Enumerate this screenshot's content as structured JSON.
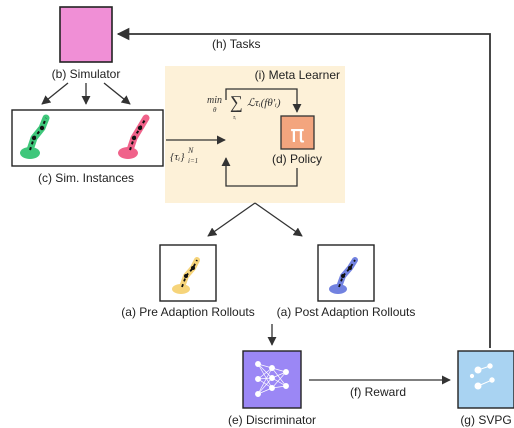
{
  "labels": {
    "simulator": "(b) Simulator",
    "sim_instances": "(c) Sim. Instances",
    "meta_learner": "(i) Meta Learner",
    "policy": "(d) Policy",
    "pre_rollouts": "(a) Pre Adaption Rollouts",
    "post_rollouts": "(a) Post Adaption Rollouts",
    "discriminator": "(e) Discriminator",
    "svpg": "(g) SVPG",
    "tasks": "(h) Tasks",
    "reward": "(f) Reward"
  },
  "math": {
    "objective_min": "min",
    "objective_sub": "θ",
    "objective_sum": "∑",
    "objective_sum_sub": "τᵢ",
    "objective_loss": "ℒτᵢ(fθ'ᵢ)",
    "task_set": "{τᵢ}",
    "task_set_sup": "N",
    "task_set_sub": "i=1",
    "policy_symbol": "π"
  },
  "colors": {
    "simulator": "#f08fd6",
    "meta_bg": "#fdf1d8",
    "policy": "#f3a57e",
    "discriminator": "#9b87f5",
    "svpg": "#a9d3f2",
    "green_shadow": "#3fc77b",
    "pink_shadow": "#f0628a",
    "yellow_shadow": "#f6d47a",
    "blue_shadow": "#7282e0"
  }
}
